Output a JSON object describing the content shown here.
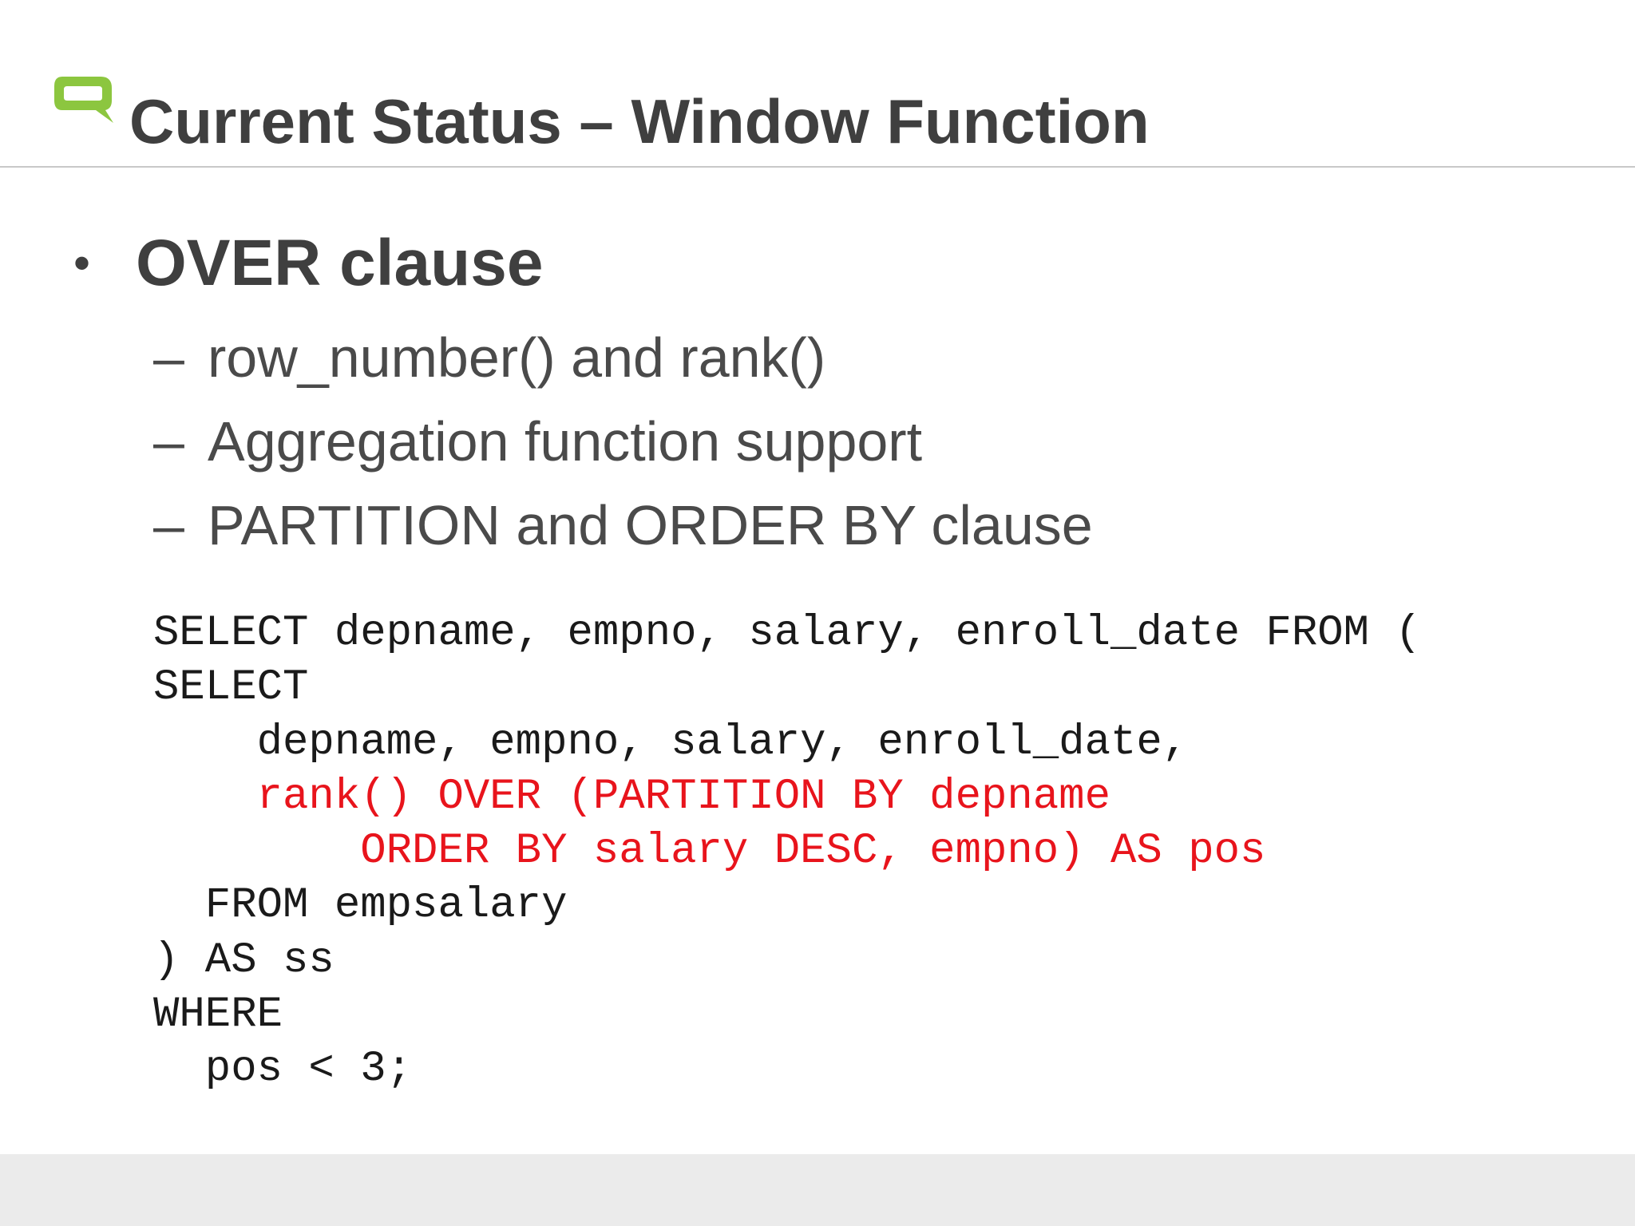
{
  "slide": {
    "title": "Current Status – Window Function",
    "logo_icon": "speech-bubble-logo-icon",
    "accent_color": "#8cc63f",
    "highlight_color": "#e8141c",
    "bullet": {
      "marker": "•",
      "text": "OVER clause"
    },
    "sub_bullets": [
      {
        "marker": "–",
        "text": "row_number() and rank()"
      },
      {
        "marker": "–",
        "text": "Aggregation function support"
      },
      {
        "marker": "–",
        "text": "PARTITION and ORDER BY clause"
      }
    ],
    "code": {
      "lines": [
        {
          "text": "SELECT depname, empno, salary, enroll_date FROM (",
          "highlight": false
        },
        {
          "text": "SELECT",
          "highlight": false
        },
        {
          "text": "    depname, empno, salary, enroll_date,",
          "highlight": false
        },
        {
          "text": "    rank() OVER (PARTITION BY depname",
          "highlight": true
        },
        {
          "text": "        ORDER BY salary DESC, empno) AS pos",
          "highlight": true
        },
        {
          "text": "  FROM empsalary",
          "highlight": false
        },
        {
          "text": ") AS ss",
          "highlight": false
        },
        {
          "text": "WHERE",
          "highlight": false
        },
        {
          "text": "  pos < 3;",
          "highlight": false
        }
      ]
    }
  }
}
